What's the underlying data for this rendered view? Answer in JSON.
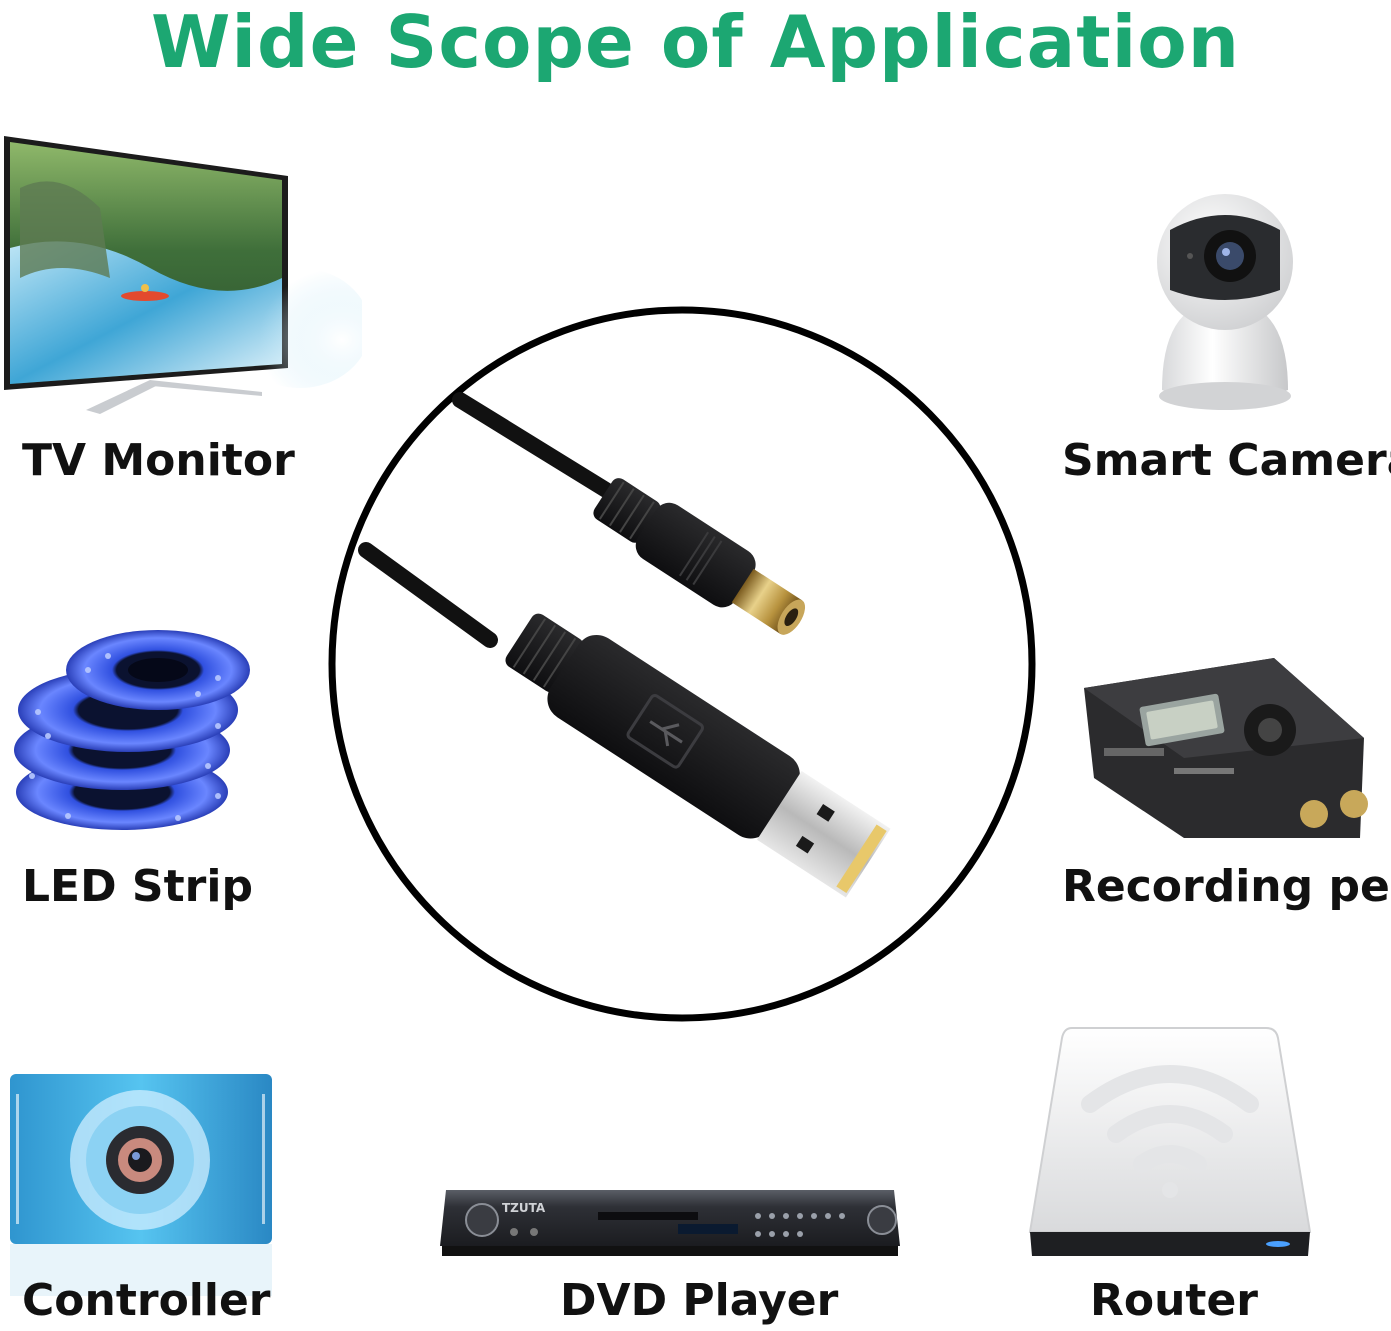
{
  "title": "Wide Scope of Application",
  "colors": {
    "title": "#1ca772",
    "label": "#111111",
    "circle": "#000000"
  },
  "center": {
    "image": "usb-to-dc-barrel-cable"
  },
  "devices": {
    "tv": {
      "label": "TV Monitor",
      "icon": "tv-monitor-icon"
    },
    "camera": {
      "label": "Smart Camera",
      "icon": "smart-camera-icon"
    },
    "led": {
      "label": "LED Strip",
      "icon": "led-strip-icon"
    },
    "recorder": {
      "label": "Recording pen",
      "icon": "recording-pen-icon"
    },
    "controller": {
      "label": "Controller",
      "icon": "controller-icon"
    },
    "dvd": {
      "label": "DVD Player",
      "icon": "dvd-player-icon",
      "brand": "TZUTA"
    },
    "router": {
      "label": "Router",
      "icon": "router-icon"
    }
  }
}
